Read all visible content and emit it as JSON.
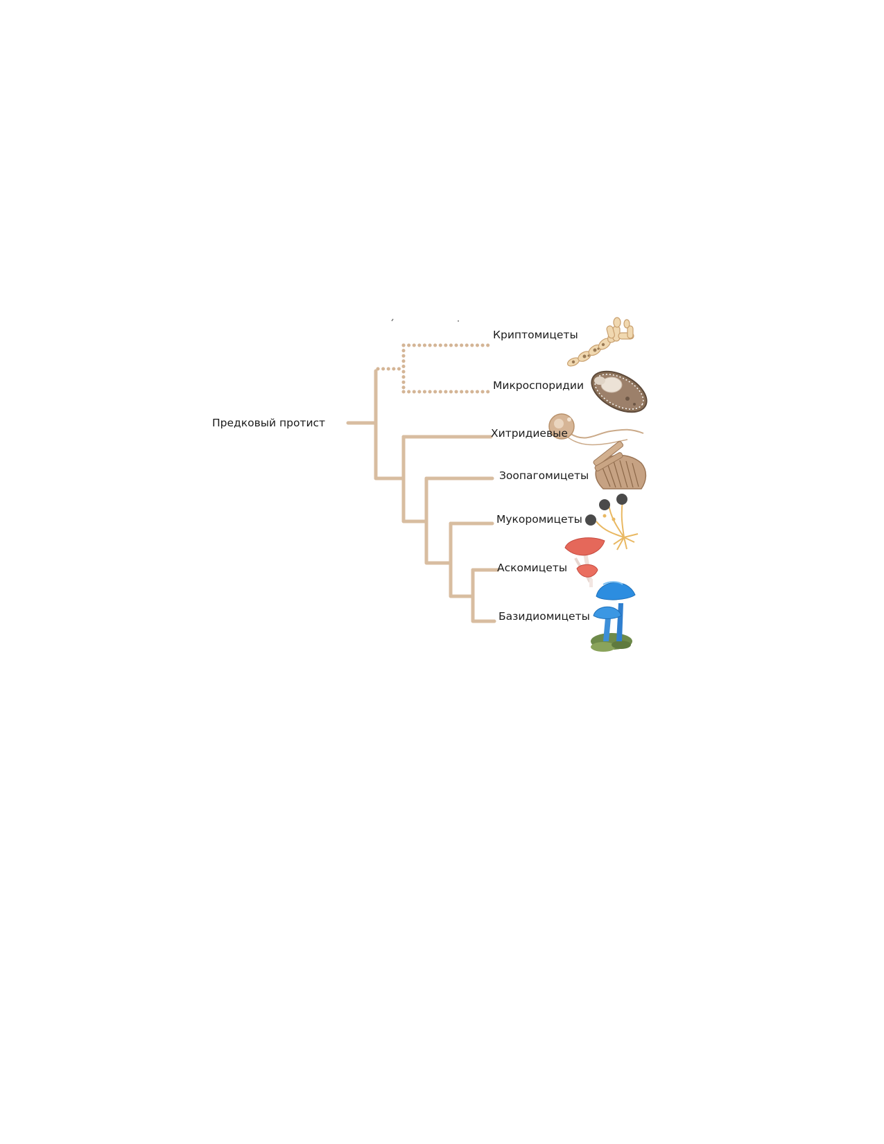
{
  "root": {
    "label": "Предковый протист"
  },
  "taxa": [
    {
      "id": "cryptomycota",
      "label": "Криптомицеты",
      "icon": "hyphae-chain-icon",
      "dotted": true
    },
    {
      "id": "microsporidia",
      "label": "Микроспоридии",
      "icon": "spore-capsule-icon",
      "dotted": true
    },
    {
      "id": "chytrids",
      "label": "Хитридиевые",
      "icon": "zoospore-flagellum-icon",
      "dotted": false
    },
    {
      "id": "zoopagomycota",
      "label": "Зоопагомицеты",
      "icon": "fibrous-mass-icon",
      "dotted": false
    },
    {
      "id": "mucoromycota",
      "label": "Мукоромицеты",
      "icon": "sporangia-mold-icon",
      "dotted": false
    },
    {
      "id": "ascomycota",
      "label": "Аскомицеты",
      "icon": "cup-fungus-icon",
      "dotted": false
    },
    {
      "id": "basidiomycota",
      "label": "Базидиомицеты",
      "icon": "blue-mushroom-icon",
      "dotted": false
    }
  ],
  "colors": {
    "branch": "#d8bda0",
    "dots": "#d4b596",
    "text": "#1a1a1a"
  }
}
